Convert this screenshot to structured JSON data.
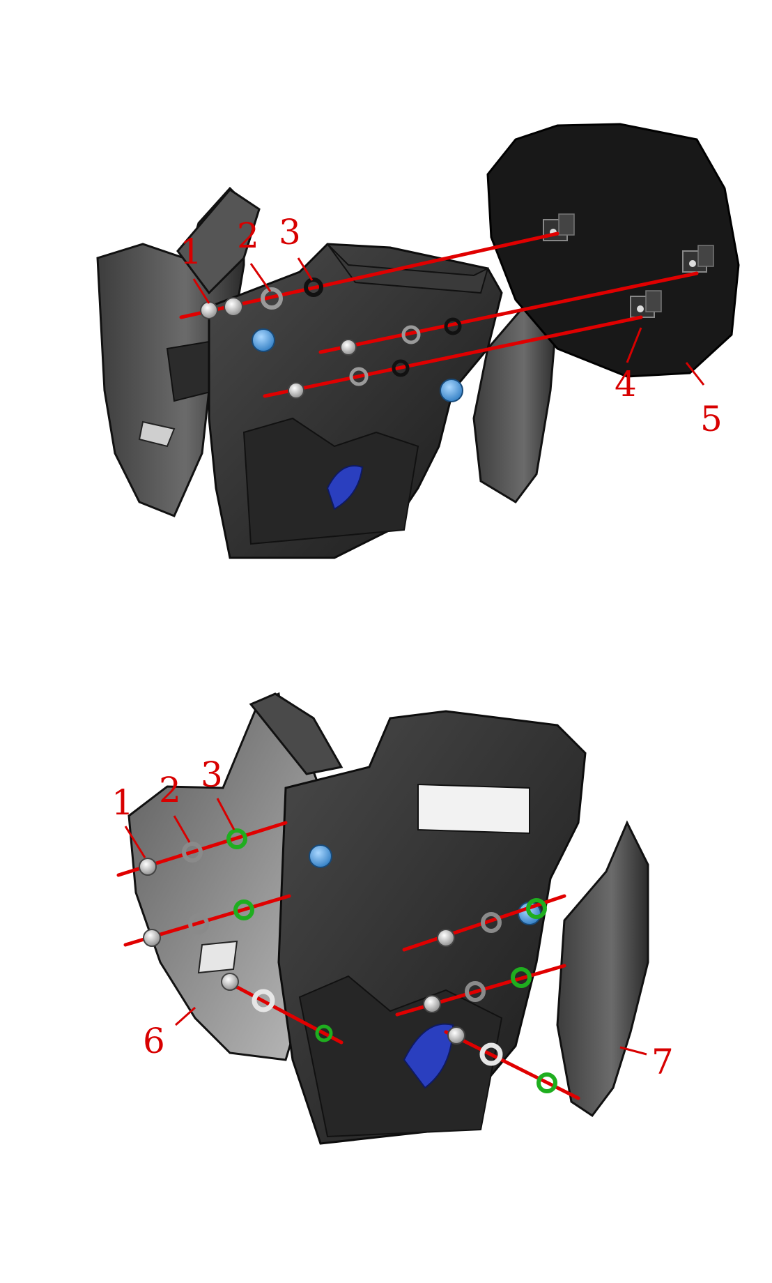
{
  "diagram": {
    "top_panel": {
      "callouts": [
        {
          "id": "1",
          "label": "1"
        },
        {
          "id": "2",
          "label": "2"
        },
        {
          "id": "3",
          "label": "3"
        },
        {
          "id": "4",
          "label": "4"
        },
        {
          "id": "5",
          "label": "5"
        }
      ]
    },
    "bottom_panel": {
      "callouts": [
        {
          "id": "1",
          "label": "1"
        },
        {
          "id": "2",
          "label": "2"
        },
        {
          "id": "3",
          "label": "3"
        },
        {
          "id": "6",
          "label": "6"
        },
        {
          "id": "7",
          "label": "7"
        }
      ]
    }
  },
  "colors": {
    "guide_line": "#e00000",
    "callout_text": "#d80000",
    "washer_green": "#1fae1f",
    "knob_blue": "#3b8fd6",
    "part_dark": "#232323"
  },
  "icons": [
    "bolt-icon",
    "washer-icon",
    "clip-nut-icon",
    "knob-icon"
  ]
}
